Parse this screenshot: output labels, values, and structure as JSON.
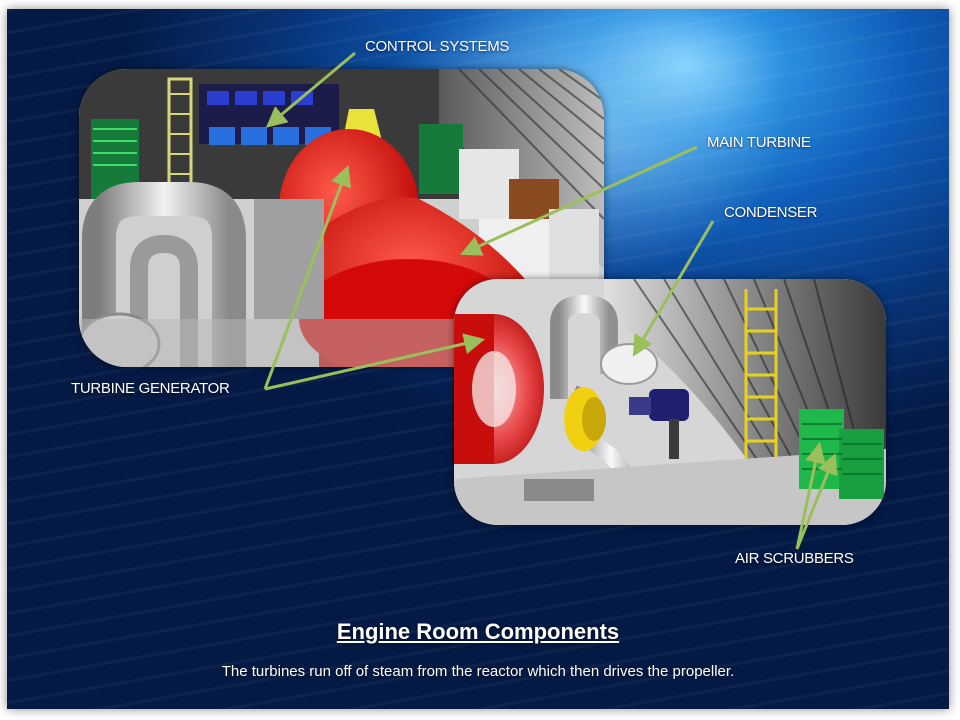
{
  "labels": {
    "control_systems": "CONTROL SYSTEMS",
    "main_turbine": "MAIN TURBINE",
    "condenser": "CONDENSER",
    "turbine_generator": "TURBINE GENERATOR",
    "air_scrubbers": "AIR SCRUBBERS"
  },
  "title": "Engine Room Components",
  "subtitle": "The turbines run off of steam  from the reactor which then drives the propeller.",
  "colors": {
    "arrow": "#9bbf5a",
    "turbine_red": "#e01414",
    "scrubber_green": "#1fb84a",
    "background_blue": "#0f5cb8"
  }
}
